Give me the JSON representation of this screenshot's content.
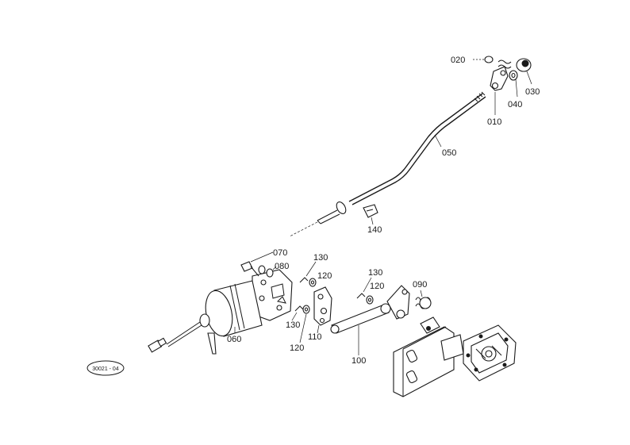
{
  "diagram": {
    "labels": {
      "p010": "010",
      "p020": "020",
      "p030": "030",
      "p040": "040",
      "p050": "050",
      "p060": "060",
      "p070": "070",
      "p080": "080",
      "p090": "090",
      "p100": "100",
      "p110": "110",
      "p120a": "120",
      "p120b": "120",
      "p120c": "120",
      "p130a": "130",
      "p130b": "130",
      "p130c": "130",
      "p140": "140"
    },
    "stamp": "30021 - 04"
  }
}
